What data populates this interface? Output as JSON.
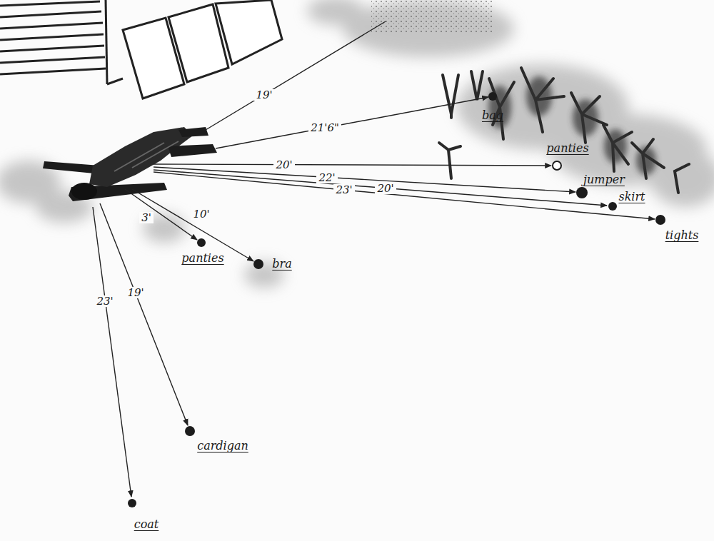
{
  "diagram": {
    "labels": [
      "19'",
      "21'6\"",
      "20'",
      "22'",
      "20'",
      "23'",
      "3'",
      "10'",
      "23'",
      "19'",
      "bag",
      "panties",
      "jumper",
      "skirt",
      "tights",
      "panties",
      "bra",
      "cardigan",
      "coat"
    ]
  }
}
